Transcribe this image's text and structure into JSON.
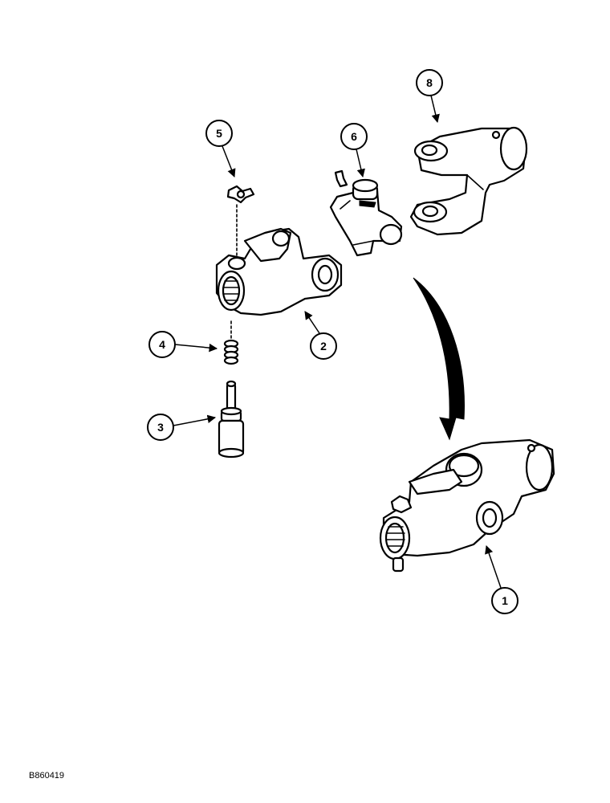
{
  "callouts": {
    "c1": "1",
    "c2": "2",
    "c3": "3",
    "c4": "4",
    "c5": "5",
    "c6": "6",
    "c8": "8"
  },
  "reference_code": "B860419"
}
